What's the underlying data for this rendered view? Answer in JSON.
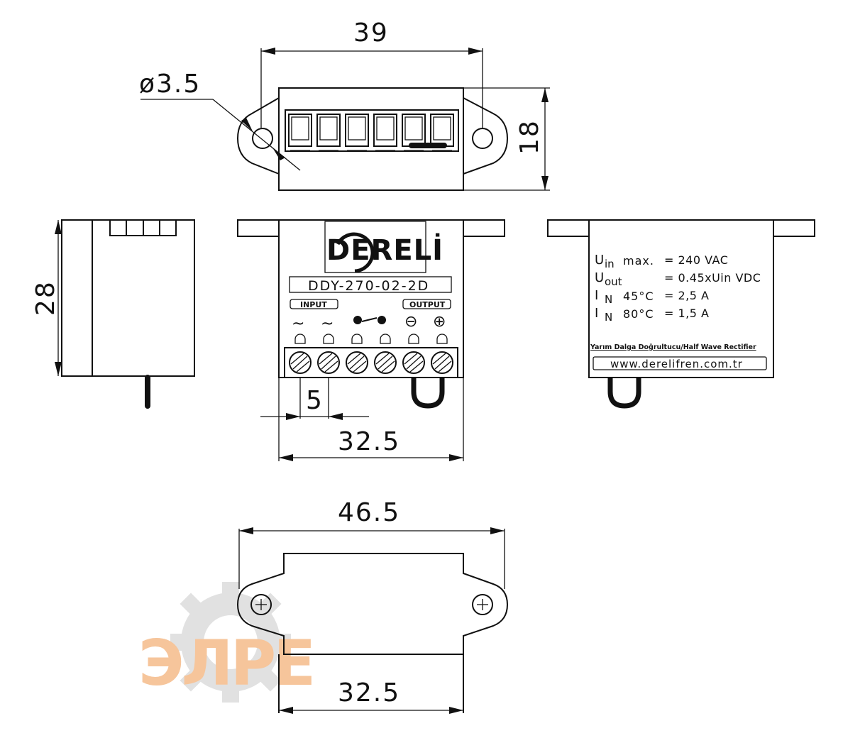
{
  "dimensions": {
    "top_width": "39",
    "hole_diameter": "ø3.5",
    "top_height": "18",
    "side_height": "28",
    "terminal_pitch": "5",
    "front_width": "32.5",
    "bottom_width": "46.5",
    "bottom_inner_width": "32.5"
  },
  "front_label": {
    "brand": "DERELİ",
    "model": "DDY-270-02-2D",
    "input_label": "INPUT",
    "output_label": "OUTPUT",
    "ac_symbol": "~",
    "minus_symbol": "⊖",
    "plus_symbol": "⊕"
  },
  "rear_label": {
    "specs": [
      {
        "sym": "U",
        "sub": "in",
        "name": "max.",
        "value": "= 240  VAC"
      },
      {
        "sym": "U",
        "sub": "out",
        "name": "",
        "value": "= 0.45xUin  VDC"
      },
      {
        "sym": "I",
        "sub": "N",
        "name": "45°C",
        "value": "= 2,5  A"
      },
      {
        "sym": "I",
        "sub": "N",
        "name": "80°C",
        "value": "= 1,5  A"
      }
    ],
    "description": "Yarım Dalga Doğrultucu/Half Wave Rectifier",
    "website": "www.derelifren.com.tr"
  },
  "watermark": "ЭЛРЕ",
  "colors": {
    "line": "#111111",
    "watermark_orange": "#f3b27a",
    "watermark_gray": "#cfcfcf"
  }
}
